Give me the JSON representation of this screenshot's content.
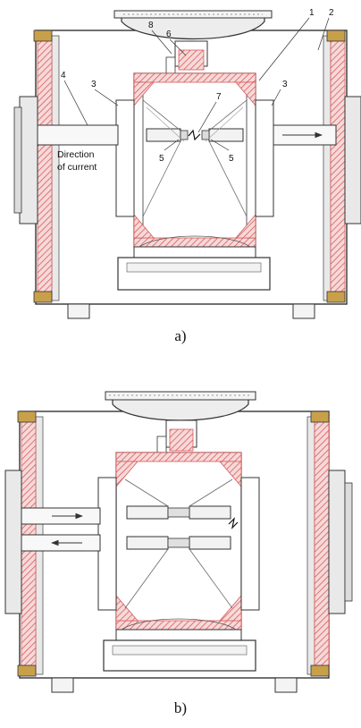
{
  "figure": {
    "panel_a": {
      "caption": "a)",
      "callouts": [
        "1",
        "2",
        "3",
        "3",
        "4",
        "5",
        "5",
        "6",
        "7",
        "8"
      ],
      "annotation_line1": "Direction",
      "annotation_line2": "of current"
    },
    "panel_b": {
      "caption": "b)"
    }
  },
  "colors": {
    "line": "#333333",
    "hatch": "#d95b5b",
    "fill_gray": "#e9e9e9",
    "fill_white": "#ffffff"
  }
}
